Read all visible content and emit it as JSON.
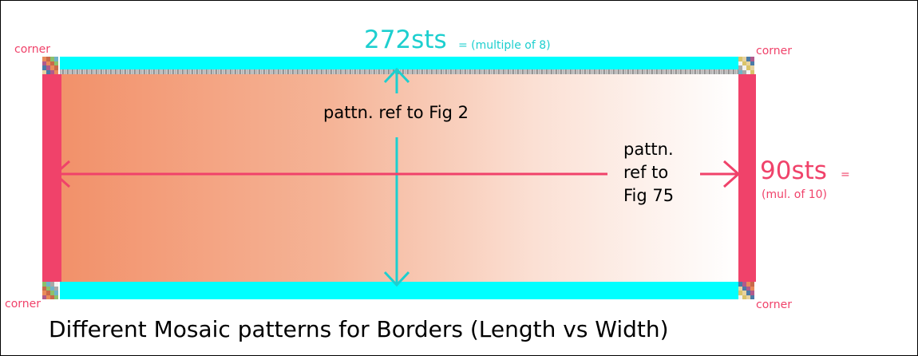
{
  "labels": {
    "corner": "corner",
    "length_value": "272sts",
    "length_note": "= (multiple of 8)",
    "width_value": "90sts",
    "width_eq": "=",
    "width_note": "(mul. of 10)",
    "vertical_ref": "pattn. ref to Fig 2",
    "horizontal_ref_line1": "pattn.",
    "horizontal_ref_line2": "ref to",
    "horizontal_ref_line3": "Fig 75",
    "caption": "Different Mosaic patterns for Borders (Length vs Width)"
  },
  "colors": {
    "cyan_border": "#00ffff",
    "pink_border": "#f0426a",
    "gradient_start": "#f2916a",
    "gradient_end": "#ffffff",
    "vertical_arrow": "#1dcfcf",
    "horizontal_arrow": "#f0426a"
  },
  "icons": [
    "mosaic-corner-icon",
    "arrow-up-icon",
    "arrow-down-icon",
    "arrow-left-icon",
    "arrow-right-icon"
  ]
}
